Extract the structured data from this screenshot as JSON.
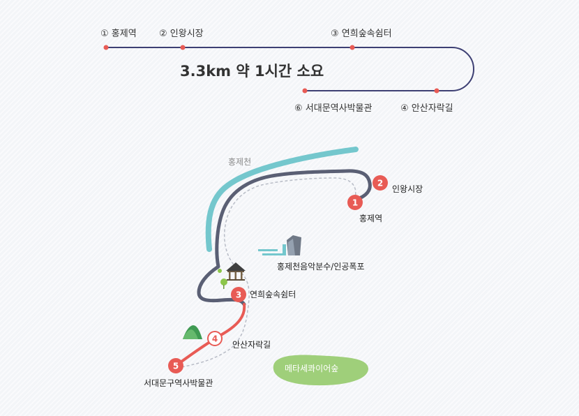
{
  "summary": {
    "text": "3.3km 약 1시간 소요"
  },
  "top_route": {
    "line_color": "#3d3f73",
    "dot_color": "#e85b55",
    "stops": [
      {
        "label": "① 홍제역"
      },
      {
        "label": "② 인왕시장"
      },
      {
        "label": "③ 연희숲속쉼터"
      },
      {
        "label": "④ 안산자락길"
      },
      {
        "label": "⑥ 서대문역사박물관"
      }
    ]
  },
  "map": {
    "river_label": "홍제천",
    "river_color": "#74c7cd",
    "route_color": "#5a5f74",
    "highlight_color": "#e85b55",
    "forest_color": "#9fcf7a",
    "markers": [
      {
        "number": "1",
        "label": "홍제역"
      },
      {
        "number": "2",
        "label": "인왕시장"
      },
      {
        "number": "3",
        "label": "연희숲속쉼터"
      },
      {
        "number": "4",
        "label": "안산자락길"
      },
      {
        "number": "5",
        "label": "서대문구역사박물관"
      }
    ],
    "landmarks": [
      {
        "label": "홍제천음악분수/인공폭포",
        "icon": "waterfall-icon"
      },
      {
        "label": "메타세콰이어숲",
        "icon": "forest-area"
      },
      {
        "label": "",
        "icon": "pavilion-icon"
      },
      {
        "label": "",
        "icon": "mountain-icon"
      }
    ]
  }
}
